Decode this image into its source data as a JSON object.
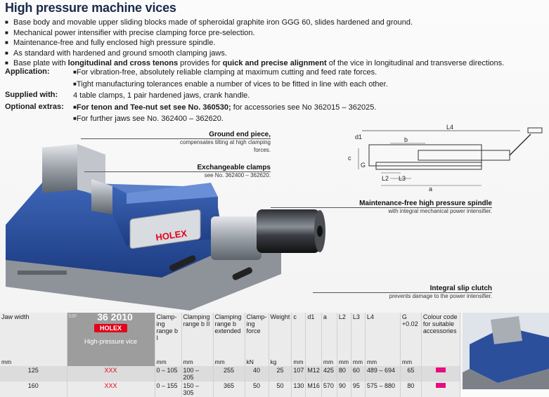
{
  "title": "High pressure machine vices",
  "bullets": [
    "Base body and movable upper sliding blocks made of spheroidal graphite iron GGG 60, slides hardened and ground.",
    "Mechanical power intensifier with precise clamping force pre-selection.",
    "Maintenance-free and fully enclosed high pressure spindle.",
    "As standard with hardened and ground smooth clamping jaws."
  ],
  "bullet5": {
    "a": "Base plate with ",
    "b": "longitudinal and cross tenons",
    "c": " provides for ",
    "d": "quick and precise alignment",
    "e": " of the vice in longitudinal and transverse directions."
  },
  "application": {
    "label": "Application:",
    "line1": "For vibration-free, absolutely reliable clamping at maximum cutting and feed rate forces.",
    "line2": "Tight manufacturing tolerances enable a number of vices to be fitted in line with each other."
  },
  "supplied": {
    "label": "Supplied with:",
    "text": "4 table clamps, 1 pair hardened jaws, crank handle."
  },
  "optional": {
    "label": "Optional extras:",
    "bold": "For tenon and Tee-nut set see No. 360530;",
    "rest": " for accessories see No 362015 – 362025.",
    "line2": "For further jaws see No. 362400 – 362620."
  },
  "callouts": {
    "ground": {
      "title": "Ground end piece,",
      "text": "compensates tilting at high clamping forces."
    },
    "jaws": {
      "title": "Exchangeable clamps",
      "text": "see No. 362400 – 362620."
    },
    "spindle": {
      "title": "Maintenance-free high pressure spindle",
      "text": "with integral mechanical power intensifier."
    },
    "clutch": {
      "title": "Integral slip clutch",
      "text": "prevents damage to the power intensifier."
    }
  },
  "drawing_labels": [
    "d1",
    "b",
    "L4",
    "c",
    "G",
    "L2",
    "L3",
    "a"
  ],
  "vice_brand": "HOLEX",
  "table": {
    "jaw_width": "Jaw width",
    "art_no": "36 2010",
    "tab_code": "53F",
    "brand": "HOLEX",
    "product": "High-pressure vice",
    "headers": [
      "Clamp-ing range b I",
      "Clamping range b II",
      "Clamping range b extended",
      "Clamp-ing force",
      "Weight",
      "c",
      "d1",
      "a",
      "L2",
      "L3",
      "L4",
      "G +0.02",
      "Colour code for suitable accessories"
    ],
    "units": [
      "mm",
      "mm",
      "mm",
      "mm",
      "kN",
      "kg",
      "mm",
      "",
      "mm",
      "mm",
      "mm",
      "mm",
      "mm"
    ],
    "rows": [
      {
        "jaw": "125",
        "code": "XXX",
        "cells": [
          "0 – 105",
          "100 – 205",
          "255",
          "40",
          "25",
          "107",
          "M12",
          "425",
          "80",
          "60",
          "489 – 694",
          "65"
        ]
      },
      {
        "jaw": "160",
        "code": "XXX",
        "cells": [
          "0 – 155",
          "150 – 305",
          "365",
          "50",
          "50",
          "130",
          "M16",
          "570",
          "90",
          "95",
          "575 – 880",
          "80"
        ]
      }
    ],
    "colour_code": "#e60d7e"
  }
}
